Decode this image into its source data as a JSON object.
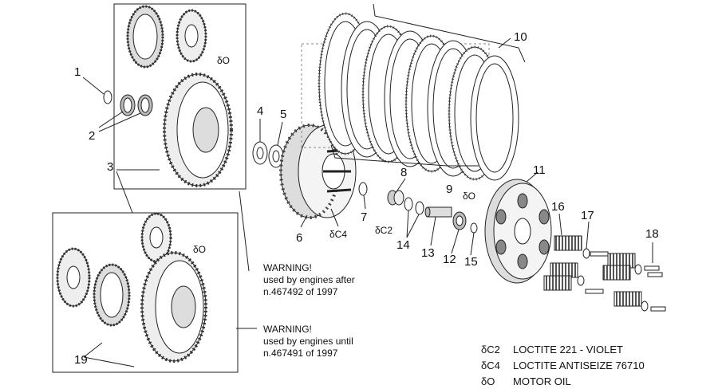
{
  "callouts": [
    "1",
    "2",
    "3",
    "4",
    "5",
    "6",
    "7",
    "8",
    "9",
    "10",
    "11",
    "12",
    "13",
    "14",
    "15",
    "16",
    "17",
    "18",
    "19"
  ],
  "markers": {
    "motor_oil": "δO",
    "loctite_c2": "δC2",
    "loctite_c4": "δC4"
  },
  "warnings": {
    "after": {
      "title": "WARNING!",
      "line1": "used by engines after",
      "line2": "n.467492 of 1997"
    },
    "until": {
      "title": "WARNING!",
      "line1": "used by engines until",
      "line2": "n.467491 of 1997"
    }
  },
  "legend": [
    {
      "code": "δC2",
      "text": "LOCTITE 221 - VIOLET"
    },
    {
      "code": "δC4",
      "text": "LOCTITE ANTISEIZE 76710"
    },
    {
      "code": "δO",
      "text": "MOTOR OIL"
    }
  ]
}
